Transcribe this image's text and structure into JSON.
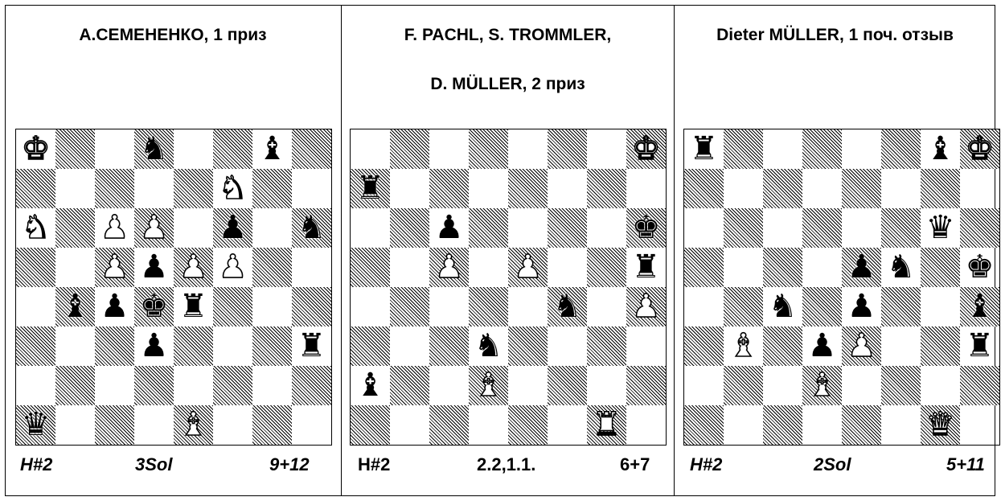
{
  "problems": [
    {
      "title_lines": [
        "А.СЕМЕНЕНКО, 1 приз"
      ],
      "stipulation": "H#2",
      "solutions": "3Sol",
      "count": "9+12",
      "italic_footer": true,
      "pieces": [
        {
          "sq": "a8",
          "t": "K",
          "c": "w"
        },
        {
          "sq": "d8",
          "t": "N",
          "c": "b"
        },
        {
          "sq": "g8",
          "t": "B",
          "c": "b"
        },
        {
          "sq": "f7",
          "t": "N",
          "c": "w"
        },
        {
          "sq": "a6",
          "t": "N",
          "c": "w"
        },
        {
          "sq": "c6",
          "t": "P",
          "c": "w"
        },
        {
          "sq": "d6",
          "t": "P",
          "c": "w"
        },
        {
          "sq": "f6",
          "t": "P",
          "c": "b"
        },
        {
          "sq": "h6",
          "t": "N",
          "c": "b"
        },
        {
          "sq": "c5",
          "t": "P",
          "c": "w"
        },
        {
          "sq": "d5",
          "t": "P",
          "c": "b"
        },
        {
          "sq": "e5",
          "t": "P",
          "c": "w"
        },
        {
          "sq": "f5",
          "t": "P",
          "c": "w"
        },
        {
          "sq": "b4",
          "t": "B",
          "c": "b"
        },
        {
          "sq": "c4",
          "t": "P",
          "c": "b"
        },
        {
          "sq": "d4",
          "t": "K",
          "c": "b"
        },
        {
          "sq": "e4",
          "t": "R",
          "c": "b"
        },
        {
          "sq": "d3",
          "t": "P",
          "c": "b"
        },
        {
          "sq": "h3",
          "t": "R",
          "c": "b"
        },
        {
          "sq": "a1",
          "t": "Q",
          "c": "b"
        },
        {
          "sq": "e1",
          "t": "B",
          "c": "w"
        }
      ]
    },
    {
      "title_lines": [
        "F. PACHL, S. TROMMLER,",
        "D. MÜLLER, 2 приз"
      ],
      "stipulation": "H#2",
      "solutions": "2.2,1.1.",
      "count": "6+7",
      "italic_footer": false,
      "pieces": [
        {
          "sq": "h8",
          "t": "K",
          "c": "w"
        },
        {
          "sq": "a7",
          "t": "R",
          "c": "b"
        },
        {
          "sq": "c6",
          "t": "P",
          "c": "b"
        },
        {
          "sq": "h6",
          "t": "K",
          "c": "b"
        },
        {
          "sq": "c5",
          "t": "P",
          "c": "w"
        },
        {
          "sq": "e5",
          "t": "P",
          "c": "w"
        },
        {
          "sq": "h5",
          "t": "R",
          "c": "b"
        },
        {
          "sq": "f4",
          "t": "N",
          "c": "b"
        },
        {
          "sq": "h4",
          "t": "P",
          "c": "w"
        },
        {
          "sq": "d3",
          "t": "N",
          "c": "b"
        },
        {
          "sq": "a2",
          "t": "B",
          "c": "b"
        },
        {
          "sq": "d2",
          "t": "B",
          "c": "w"
        },
        {
          "sq": "g1",
          "t": "R",
          "c": "w"
        }
      ]
    },
    {
      "title_lines": [
        "Dieter MÜLLER, 1 поч. отзыв"
      ],
      "stipulation": "H#2",
      "solutions": "2Sol",
      "count": "5+11",
      "italic_footer": true,
      "pieces": [
        {
          "sq": "a8",
          "t": "R",
          "c": "b"
        },
        {
          "sq": "g8",
          "t": "B",
          "c": "b"
        },
        {
          "sq": "h8",
          "t": "K",
          "c": "w"
        },
        {
          "sq": "g6",
          "t": "Q",
          "c": "b"
        },
        {
          "sq": "e5",
          "t": "P",
          "c": "b"
        },
        {
          "sq": "f5",
          "t": "N",
          "c": "b"
        },
        {
          "sq": "h5",
          "t": "K",
          "c": "b"
        },
        {
          "sq": "c4",
          "t": "N",
          "c": "b"
        },
        {
          "sq": "e4",
          "t": "P",
          "c": "b"
        },
        {
          "sq": "h4",
          "t": "B",
          "c": "b"
        },
        {
          "sq": "b3",
          "t": "B",
          "c": "w"
        },
        {
          "sq": "d3",
          "t": "P",
          "c": "b"
        },
        {
          "sq": "e3",
          "t": "P",
          "c": "w"
        },
        {
          "sq": "h3",
          "t": "R",
          "c": "b"
        },
        {
          "sq": "d2",
          "t": "B",
          "c": "w"
        },
        {
          "sq": "g1",
          "t": "Q",
          "c": "w"
        }
      ]
    }
  ]
}
